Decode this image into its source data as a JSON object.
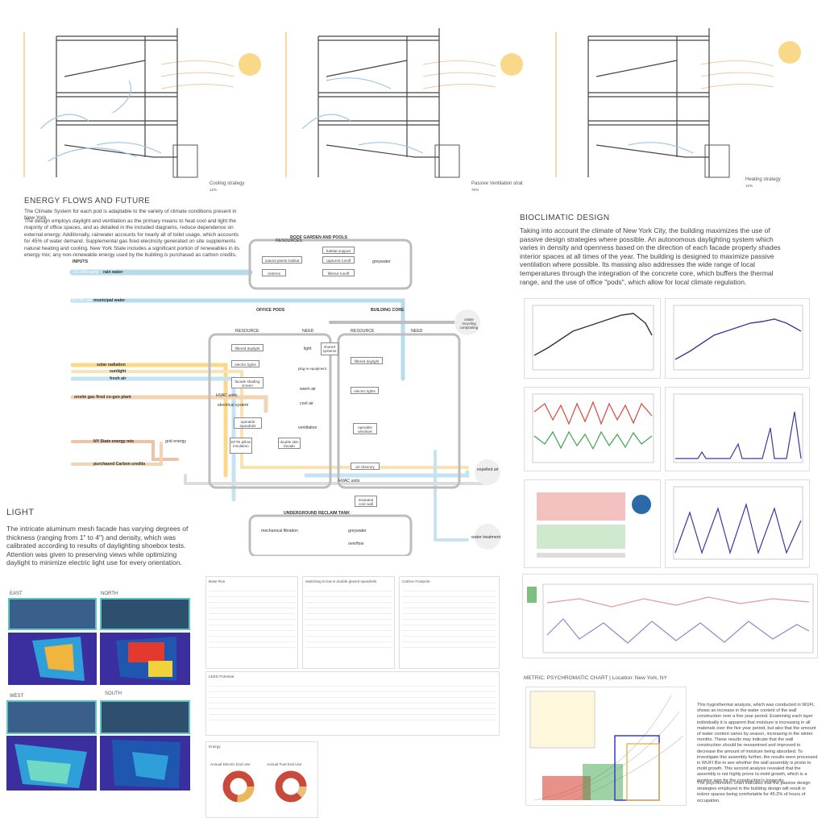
{
  "sections": {
    "cooling": {
      "title": "Cooling strategy",
      "pct": "12%"
    },
    "passive": {
      "title": "Passive Ventilation strat",
      "pct": "76%"
    },
    "heating": {
      "title": "Heating strategy",
      "pct": "12%"
    }
  },
  "energy": {
    "title": "ENERGY FLOWS AND FUTURE",
    "intro": "The Climate System for each pod is adaptable to the variety of climate conditions present in New York",
    "body": "The design employs daylight and ventilation as the primary means to heat cool and light the majority of office spaces, and as detailed in the included diagrams, reduce dependence on external energy. Additionally, rainwater accounts for nearly all of toilet usage, which accounts for 45% of water demand. Supplemental gas fired electricity generated on site supplements natural heating and cooling. New York State includes a significant portion of renewables in its energy mix; any non-renewable energy used by the building is purchased as carbon credits."
  },
  "flow": {
    "inputs": "INPUTS",
    "rain_qty": "312,000 gal/yr",
    "rain": "rain water",
    "muni_qty": "80,000 gal",
    "muni": "municipal water",
    "solar": "solar radiation",
    "sunlight": "sunlight",
    "fresh_air": "fresh air",
    "gas": "onsite gas fired co-gen plant",
    "ny": "NY State energy mix",
    "grid": "grid energy",
    "carbon": "purchased Carbon credits",
    "roof": "ROOF GARDEN AND POOLS",
    "resources": "RESOURCES",
    "habitat": "natural plants habitat",
    "habitat_support": "habitat support",
    "captured": "captured runoff",
    "cisterns": "cisterns",
    "filtered_runoff": "filtered runoff",
    "greywater": "greywater",
    "office": "OFFICE PODS",
    "core": "BUILDING CORE",
    "resource": "RESOURCE",
    "need": "NEED",
    "onsite": "onsite recycling composting",
    "filtered_daylight": "filtered daylight",
    "electric_lights": "electric lights",
    "facade": "facade shading screen",
    "hvac": "HVAC units",
    "electrical": "electrical system",
    "operable": "operable spandrels",
    "efte": "EFTE pillow insulation",
    "double": "double skin facade",
    "shared": "shared systems",
    "light": "light",
    "plug": "plug-in equipment",
    "warm": "warm air",
    "cool": "cool air",
    "ventilation": "ventilation",
    "operable_windows": "operable windows",
    "air_chimney": "air chimney",
    "insulated": "insulated core wall",
    "expelled": "expelled air",
    "underground": "UNDERGROUND RECLAIM TANK",
    "mech": "mechanical filtration",
    "overflow": "overflow",
    "treatment": "water treatment"
  },
  "light": {
    "title": "LIGHT",
    "body": "The intricate aluminum mesh facade has varying degrees of thickness (ranging from 1\" to 4\") and density, which was calibrated according to results of daylighting shoebox tests. Attention was given to preserving views while optimizing daylight to minimize electric light use for every orientation.",
    "east": "EAST",
    "north": "NORTH",
    "west": "WEST",
    "south": "SOUTH"
  },
  "bio": {
    "title": "BIOCLIMATIC DESIGN",
    "body": "Taking into account the climate of New York City, the building maximizes the use of passive design strategies where possible. An autonomous daylighting system which varies in density and openness based on the direction of each facade properly shades interior spaces at all times of the year. The building is designed to maximize passive ventilation where possible. Its massing also addresses the wide range of local temperatures through the integration of the concrete core, which buffers the thermal range, and the use of office \"pods\", which allow for local climate regulation."
  },
  "reports": {
    "base": "Base Run",
    "switch": "Switching to low E double glazed spandrels",
    "carbon": "Carbon Footprint",
    "leed": "LEED Potential",
    "energy": "Energy",
    "elec": "Annual Electric End Use",
    "fuel": "Annual Fuel End Use"
  },
  "psych": {
    "title": "METRIC: PSYCHROMATIC CHART | Location: New York, NY",
    "p1": "This hygrothermal analysis, which was conducted in WUFI, shows an increase in the water content of the wall construction over a five year period. Examining each layer individually it is apparent that moisture is increasing in all materials over the five year period, but also that the amount of water content varies by season, increasing in the winter months. These results may indicate that the wall construction should be reexamined and improved to decrease the amount of moisture being absorbed. To investigate this assembly further, the results were processed in WUFI Bio to see whether the wall assembly is prone to mold growth. This second analysis revealed that the assembly is not highly prone to mold growth, which is a positive sign for the construction's longevity.",
    "p2": "The psychometric chart indicates that the passive design strategies employed in the building design will result in indoor spaces being comfortable for 45.2% of hours of occupation."
  },
  "colors": {
    "sun": "#f9d88a",
    "air": "#b9dcec",
    "warm": "#f2d3b3",
    "grey": "#cfcfcf"
  }
}
